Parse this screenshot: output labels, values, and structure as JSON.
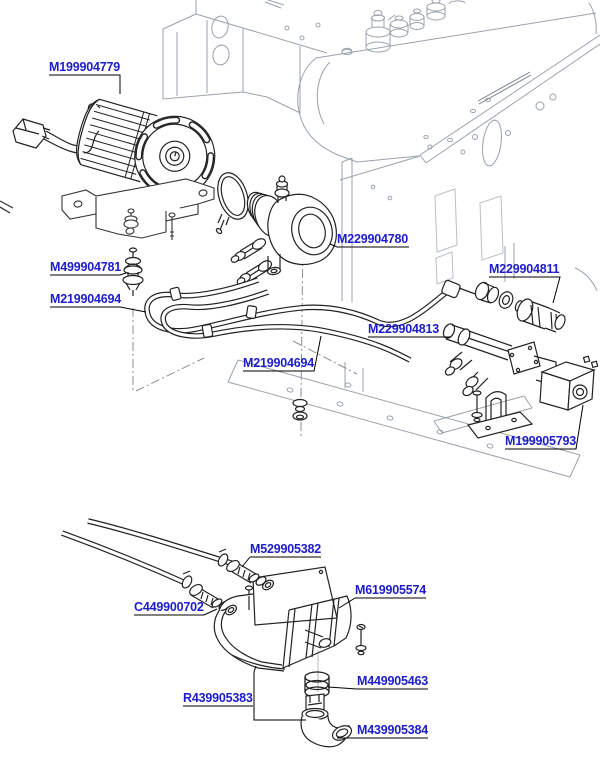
{
  "document": {
    "type": "exploded-parts-diagram",
    "subject": "espresso machine pump, boiler fittings and drain tray assembly"
  },
  "colors": {
    "label_blue": "#1c1ccc",
    "leader_black": "#000000",
    "part_line_dark": "#222222",
    "frame_line_light": "#9aa2aa",
    "background": "#ffffff"
  },
  "labels": [
    {
      "id": "m199904779",
      "text": "M199904779"
    },
    {
      "id": "m499904781",
      "text": "M499904781"
    },
    {
      "id": "m219904694a",
      "text": "M219904694"
    },
    {
      "id": "m229904780",
      "text": "M229904780"
    },
    {
      "id": "m229904811",
      "text": "M229904811"
    },
    {
      "id": "m229904813",
      "text": "M229904813"
    },
    {
      "id": "m219904694b",
      "text": "M219904694"
    },
    {
      "id": "m199905793",
      "text": "M199905793"
    },
    {
      "id": "m529905382",
      "text": "M529905382"
    },
    {
      "id": "m619905574",
      "text": "M619905574"
    },
    {
      "id": "c449900702",
      "text": "C449900702"
    },
    {
      "id": "m449905463",
      "text": "M449905463"
    },
    {
      "id": "r439905383",
      "text": "R439905383"
    },
    {
      "id": "m439905384",
      "text": "M439905384"
    }
  ]
}
